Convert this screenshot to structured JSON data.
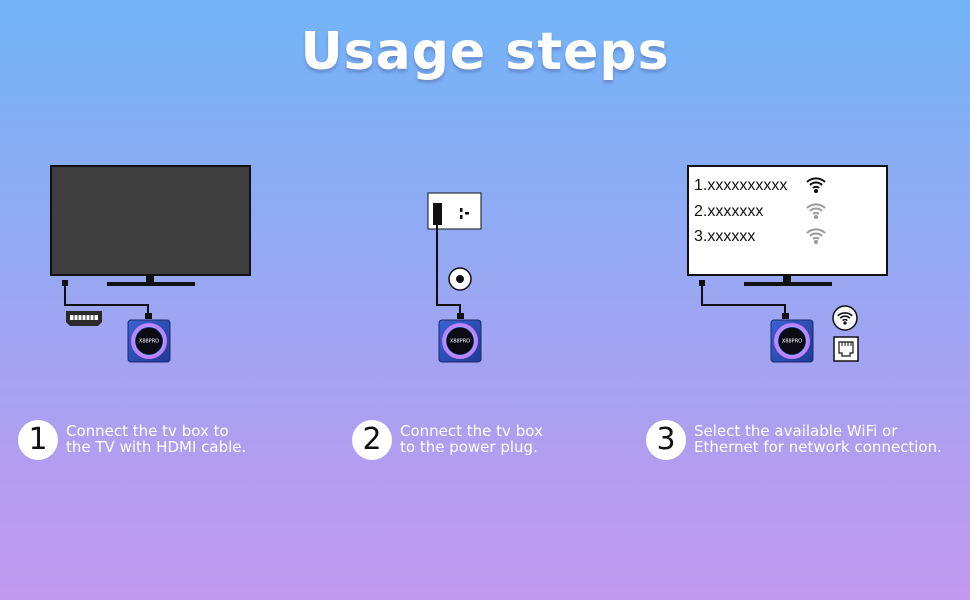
{
  "title": "Usage steps",
  "tv_screen_list": [
    {
      "label": "1.xxxxxxxxxx"
    },
    {
      "label": "2.xxxxxxx"
    },
    {
      "label": "3.xxxxxx"
    }
  ],
  "box_brand": "X88PRO",
  "steps": [
    {
      "number": "1",
      "line1": "Connect the tv box to",
      "line2": "the TV with HDMI cable."
    },
    {
      "number": "2",
      "line1": "Connect the tv box",
      "line2": "to the power plug."
    },
    {
      "number": "3",
      "line1": "Select the available WiFi or",
      "line2": "Ethernet for network connection."
    }
  ],
  "icons": [
    "tv-icon",
    "hdmi-plug-icon",
    "tv-box-icon",
    "power-outlet-icon",
    "power-port-icon",
    "wifi-icon",
    "ethernet-port-icon"
  ],
  "colors": {
    "screen_dark": "#3f3f3f",
    "box_blue": "#2b4bb0",
    "text_white": "#ffffff"
  }
}
